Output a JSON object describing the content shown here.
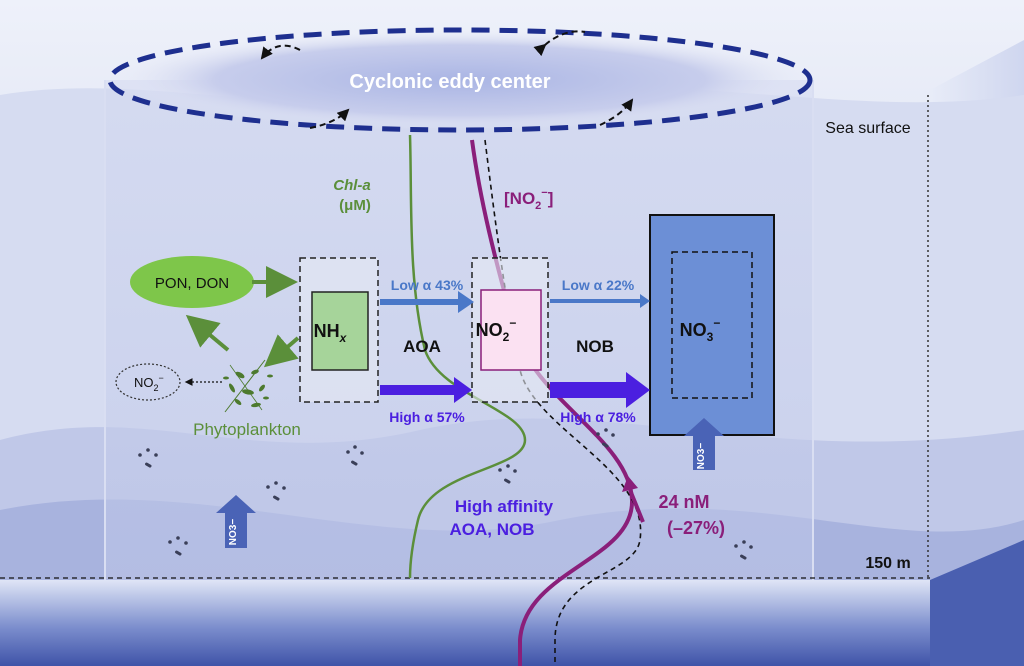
{
  "title": "Cyclonic eddy center",
  "labels": {
    "sea_surface": "Sea surface",
    "depth": "150 m",
    "chl_line1": "Chl-a",
    "chl_line2": "(μM)",
    "no2_profile": "[NO",
    "no2_profile_sub": "2",
    "no2_profile_sup": "−",
    "no2_profile_close": "]",
    "pon_don": "PON, DON",
    "phytoplankton": "Phytoplankton",
    "nhx_main": "NH",
    "nhx_sub": "x",
    "no2_main": "NO",
    "no2_sub": "2",
    "no2_sup": "−",
    "no3_main": "NO",
    "no3_sub": "3",
    "no3_sup": "−",
    "no2_small_main": "NO",
    "no2_small_sub": "2",
    "no2_small_sup": "−",
    "aoa": "AOA",
    "nob": "NOB",
    "low_aoa": "Low α 43%",
    "high_aoa": "High α 57%",
    "low_nob": "Low α 22%",
    "high_nob": "High α 78%",
    "high_affinity_1": "High affinity",
    "high_affinity_2": "AOA, NOB",
    "nm": "24 nM",
    "pct": "(–27%)",
    "no3_arrow": "NO3−"
  },
  "colors": {
    "green": "#5b8f3a",
    "purple": "#8a1f7a",
    "blue_arrow": "#4a78c8",
    "violet_arrow": "#4b1fe0",
    "dashed_ellipse": "#1e2f8f",
    "no3_box": "#6c8fd6",
    "nh_box": "#a6d49a",
    "no2_box": "#fbe1f2",
    "pon_fill": "#7ec64a"
  }
}
